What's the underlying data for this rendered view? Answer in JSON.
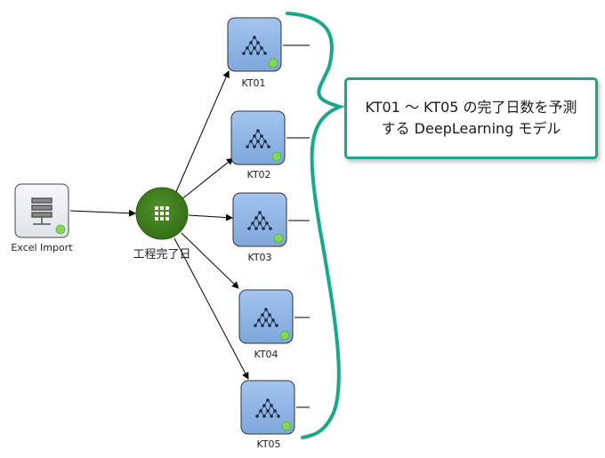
{
  "nodes": {
    "excel": {
      "label": "Excel Import",
      "icon": "database-server-icon",
      "status": "green"
    },
    "filter": {
      "label": "工程完了日",
      "icon": "grid-table-icon",
      "color": "#3d7a1f"
    },
    "models": [
      {
        "label": "KT01",
        "icon": "neural-network-icon"
      },
      {
        "label": "KT02",
        "icon": "neural-network-icon"
      },
      {
        "label": "KT03",
        "icon": "neural-network-icon"
      },
      {
        "label": "KT04",
        "icon": "neural-network-icon"
      },
      {
        "label": "KT05",
        "icon": "neural-network-icon"
      }
    ]
  },
  "callout": {
    "line1": "KT01 ～ KT05 の完了日数を予測",
    "line2": "する DeepLearning モデル",
    "border_color": "#1aa88a"
  },
  "colors": {
    "model_fill": "#8fb4e3",
    "status_dot": "#7ed957",
    "brace": "#1aa88a"
  }
}
